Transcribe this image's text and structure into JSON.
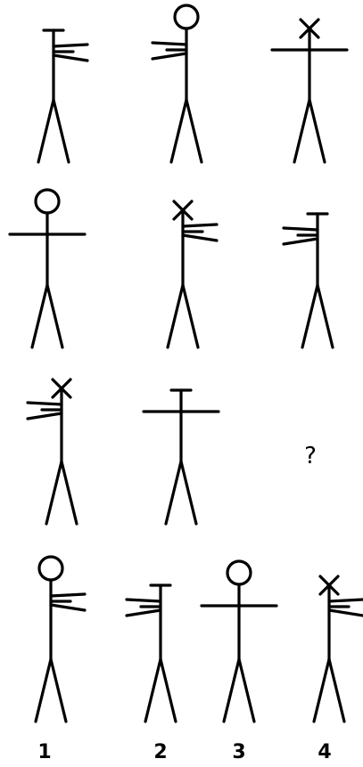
{
  "puzzle": {
    "question_mark": "?",
    "option_labels": [
      "1",
      "2",
      "3",
      "4"
    ],
    "figures": [
      {
        "id": "r1c1",
        "head": "tee",
        "arms": "flag-right"
      },
      {
        "id": "r1c2",
        "head": "circle",
        "arms": "flag-left"
      },
      {
        "id": "r1c3",
        "head": "cross",
        "arms": "bar"
      },
      {
        "id": "r2c1",
        "head": "circle",
        "arms": "bar"
      },
      {
        "id": "r2c2",
        "head": "cross",
        "arms": "flag-right"
      },
      {
        "id": "r2c3",
        "head": "tee",
        "arms": "flag-left"
      },
      {
        "id": "r3c1",
        "head": "cross",
        "arms": "flag-left"
      },
      {
        "id": "r3c2",
        "head": "tee",
        "arms": "bar"
      }
    ],
    "options": [
      {
        "id": "opt1",
        "head": "circle",
        "arms": "flag-right"
      },
      {
        "id": "opt2",
        "head": "tee",
        "arms": "flag-left"
      },
      {
        "id": "opt3",
        "head": "circle",
        "arms": "bar"
      },
      {
        "id": "opt4",
        "head": "cross",
        "arms": "flag-right"
      }
    ]
  }
}
